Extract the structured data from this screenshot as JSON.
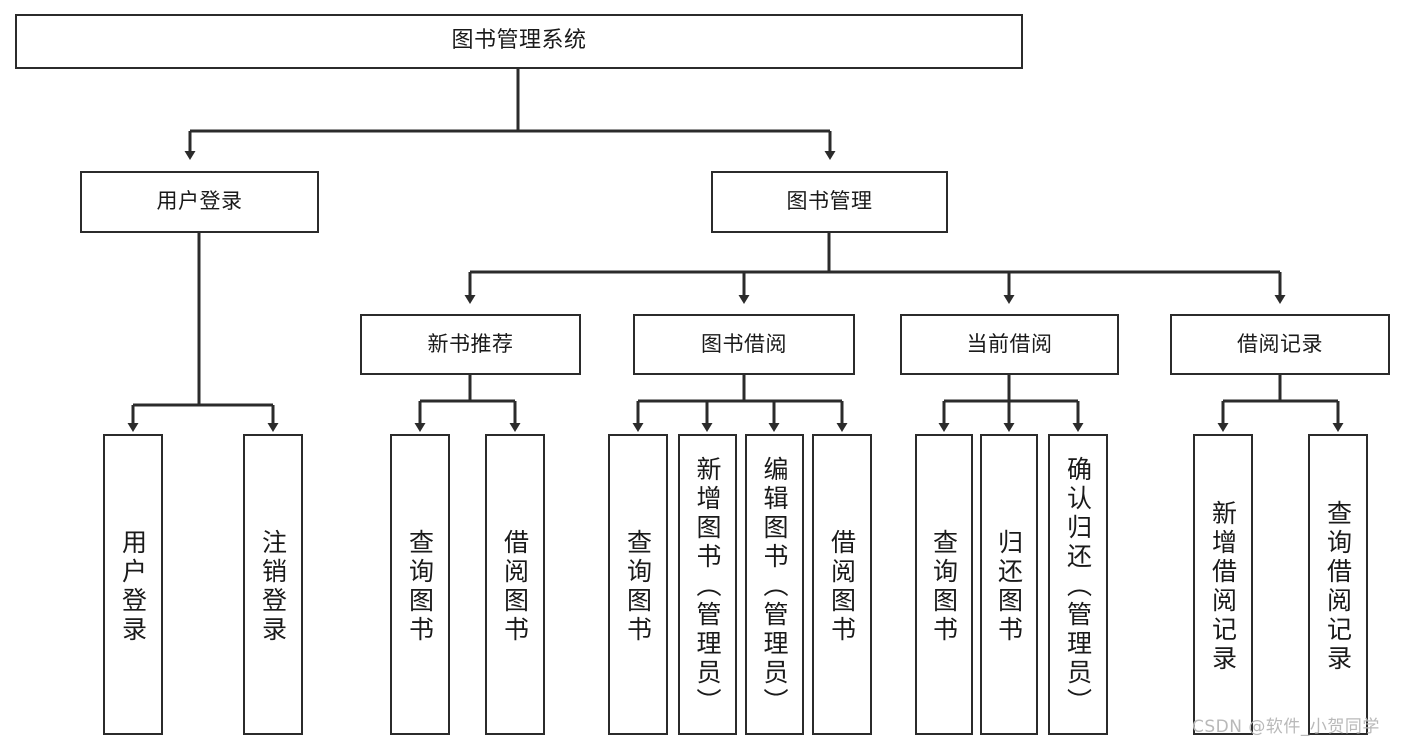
{
  "diagram": {
    "type": "tree-hierarchy-diagram",
    "title": "图书管理系统",
    "orientation": "top-down",
    "line_color": "#2b2b2b",
    "box_fill": "#ffffff",
    "text_color": "#1a1a1a"
  },
  "root": {
    "label": "图书管理系统"
  },
  "level2": [
    {
      "label": "用户登录"
    },
    {
      "label": "图书管理"
    }
  ],
  "level3": [
    {
      "label": "新书推荐"
    },
    {
      "label": "图书借阅"
    },
    {
      "label": "当前借阅"
    },
    {
      "label": "借阅记录"
    }
  ],
  "leaves": {
    "user_login": [
      {
        "label": "用户登录"
      },
      {
        "label": "注销登录"
      }
    ],
    "new_book_recommend": [
      {
        "label": "查询图书"
      },
      {
        "label": "借阅图书"
      }
    ],
    "book_borrow": [
      {
        "label": "查询图书"
      },
      {
        "label": "新增图书（管理员）"
      },
      {
        "label": "编辑图书（管理员）"
      },
      {
        "label": "借阅图书"
      }
    ],
    "current_borrow": [
      {
        "label": "查询图书"
      },
      {
        "label": "归还图书"
      },
      {
        "label": "确认归还（管理员）"
      }
    ],
    "borrow_record": [
      {
        "label": "新增借阅记录"
      },
      {
        "label": "查询借阅记录"
      }
    ]
  },
  "watermark": {
    "text": "CSDN @软件_小贺同学",
    "color": "#b9b9b9"
  }
}
